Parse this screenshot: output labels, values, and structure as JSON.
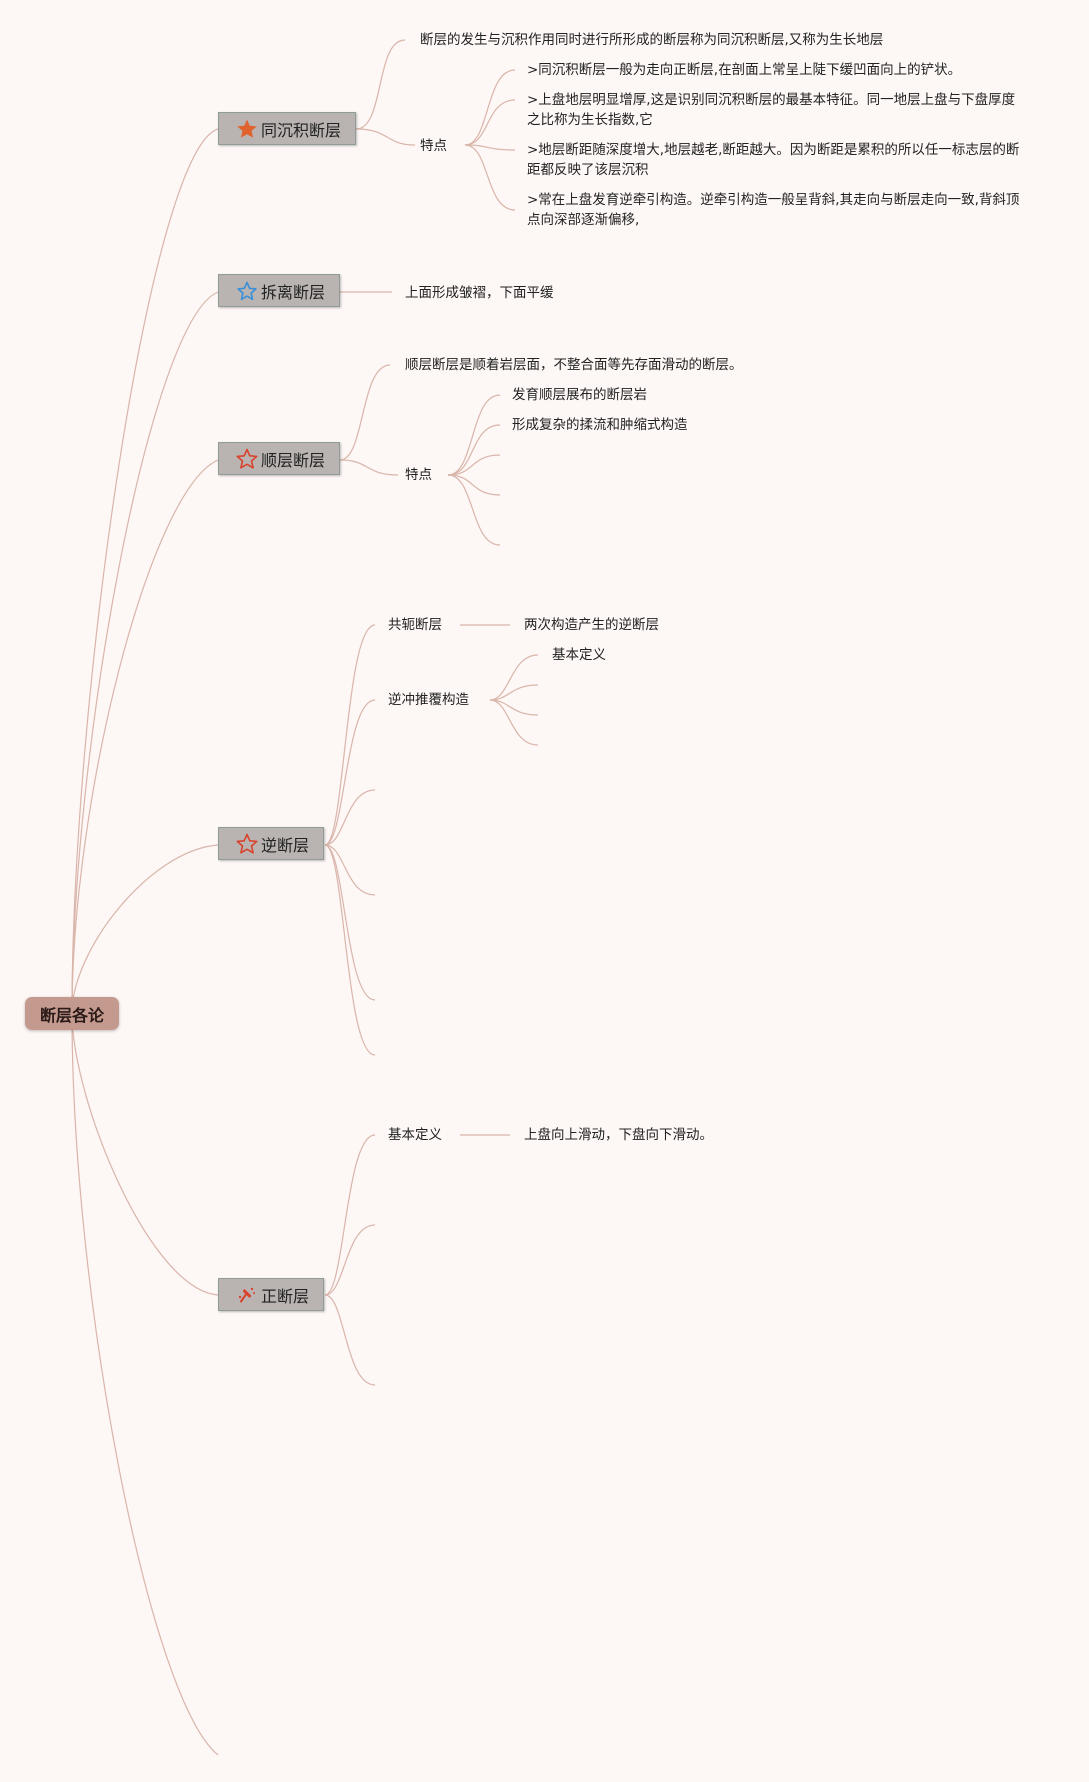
{
  "root": {
    "label": "断层各论"
  },
  "branches": {
    "syndepositional": {
      "label": "同沉积断层",
      "icon": "filled-star-icon",
      "definition": "断层的发生与沉积作用同时进行所形成的断层称为同沉积断层,又称为生长地层",
      "features_label": "特点",
      "features": [
        ">同沉积断层一般为走向正断层,在剖面上常呈上陡下缓凹面向上的铲状。",
        ">上盘地层明显增厚,这是识别同沉积断层的最基本特征。同一地层上盘与下盘厚度之比称为生长指数,它",
        ">地层断距随深度增大,地层越老,断距越大。因为断距是累积的所以任一标志层的断距都反映了该层沉积",
        ">常在上盘发育逆牵引构造。逆牵引构造一般呈背斜,其走向与断层走向一致,背斜顶点向深部逐渐偏移,"
      ]
    },
    "detachment": {
      "label": "拆离断层",
      "icon": "blue-star-outline-icon",
      "description": "上面形成皱褶，下面平缓"
    },
    "bedding": {
      "label": "顺层断层",
      "icon": "red-star-outline-icon",
      "definition": "顺层断层是顺着岩层面，不整合面等先存面滑动的断层。",
      "features_label": "特点",
      "features": [
        "发育顺层展布的断层岩",
        "形成复杂的揉流和肿缩式构造"
      ]
    },
    "reverse": {
      "label": "逆断层",
      "icon": "red-star-outline-icon",
      "conjugate_label": "共轭断层",
      "conjugate_desc": "两次构造产生的逆断层",
      "thrust_label": "逆冲推覆构造",
      "thrust_def_label": "基本定义"
    },
    "normal": {
      "label": "正断层",
      "icon": "hammer-icon",
      "def_label": "基本定义",
      "def_desc": "上盘向上滑动，下盘向下滑动。"
    }
  },
  "colors": {
    "background": "#fdf7f6",
    "root_fill": "#c49a8f",
    "branch_fill": "#b9b4b1",
    "branch_border": "#8f9e94",
    "connector": "#d9b5aa",
    "star_orange": "#e0622e",
    "star_blue": "#3a8fd6",
    "star_red": "#d9432e"
  }
}
